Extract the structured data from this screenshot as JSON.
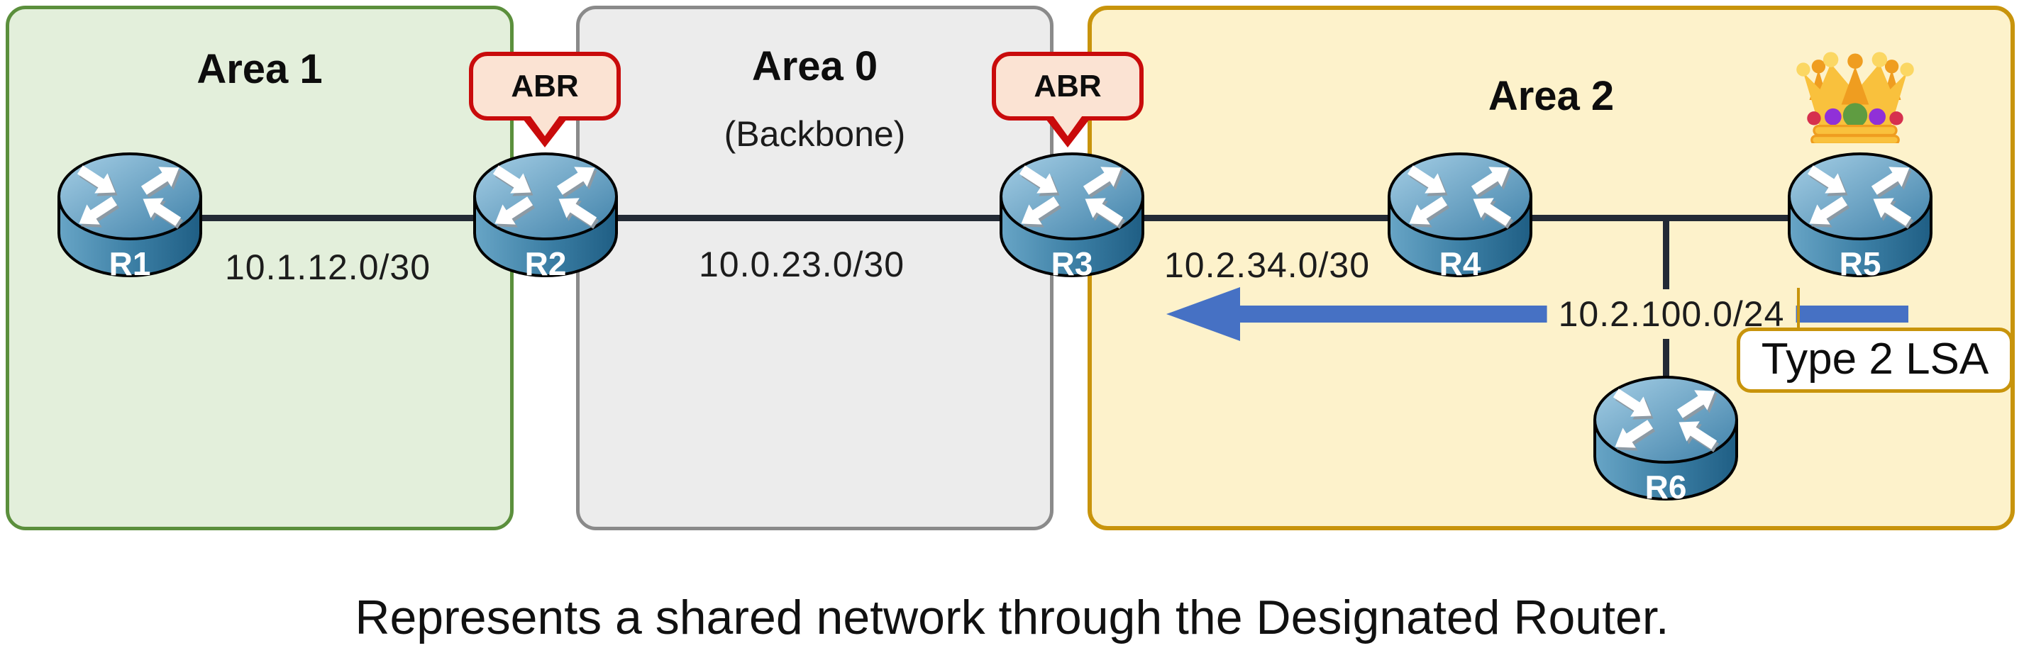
{
  "areas": [
    {
      "title": "Area 1",
      "subtitle": "",
      "fill": "#e3efdb",
      "border": "#5b8f3c"
    },
    {
      "title": "Area 0",
      "subtitle": "(Backbone)",
      "fill": "#ececec",
      "border": "#8a8a8a"
    },
    {
      "title": "Area 2",
      "subtitle": "",
      "fill": "#fdf2cb",
      "border": "#c8940c"
    }
  ],
  "routers": [
    {
      "label": "R1"
    },
    {
      "label": "R2"
    },
    {
      "label": "R3"
    },
    {
      "label": "R4"
    },
    {
      "label": "R5"
    },
    {
      "label": "R6"
    }
  ],
  "network_labels": {
    "r1_r2": "10.1.12.0/30",
    "r2_r3": "10.0.23.0/30",
    "r3_r4": "10.2.34.0/30",
    "shared_segment": "10.2.100.0/24"
  },
  "callouts": {
    "abr_r2": "ABR",
    "abr_r3": "ABR",
    "type2_lsa": "Type 2 LSA"
  },
  "crown": {
    "meaning": "designated-router",
    "on_router": "R5"
  },
  "caption": "Represents a shared network through the Designated Router.",
  "colors": {
    "link_line": "#232a35",
    "lsa_arrow_blue": "#4671c4",
    "abr_bubble_fill": "#fbe3d3",
    "abr_bubble_border": "#c90b0b",
    "area2_border_gold": "#c8940c",
    "router_blue_dark": "#1f5e84",
    "router_blue_light": "#a6cfe6"
  }
}
